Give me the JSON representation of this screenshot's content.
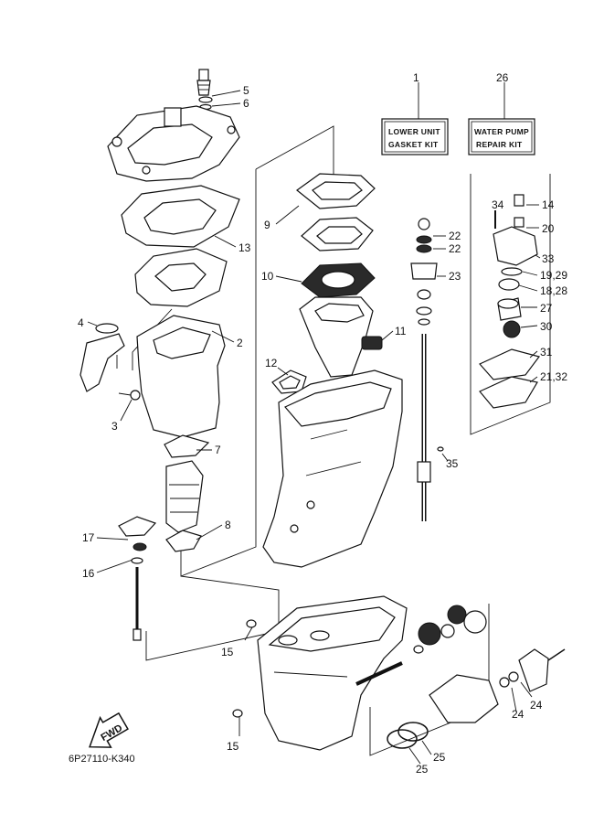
{
  "kits": {
    "lower_unit": {
      "number": "1",
      "line1": "LOWER UNIT",
      "line2": "GASKET KIT"
    },
    "water_pump": {
      "number": "26",
      "line1": "WATER PUMP",
      "line2": "REPAIR KIT"
    }
  },
  "callouts": {
    "c2": "2",
    "c3": "3",
    "c4": "4",
    "c5": "5",
    "c6": "6",
    "c7": "7",
    "c8": "8",
    "c9": "9",
    "c10": "10",
    "c11": "11",
    "c12": "12",
    "c13": "13",
    "c14": "14",
    "c15a": "15",
    "c15b": "15",
    "c16": "16",
    "c17": "17",
    "c18": "18,28",
    "c19": "19,29",
    "c20": "20",
    "c21": "21,32",
    "c22a": "22",
    "c22b": "22",
    "c23": "23",
    "c24a": "24",
    "c24b": "24",
    "c25a": "25",
    "c25b": "25",
    "c27": "27",
    "c30": "30",
    "c31": "31",
    "c33": "33",
    "c34": "34",
    "c35": "35"
  },
  "fwd_label": "FWD",
  "diagram_code": "6P27110-K340",
  "colors": {
    "ink": "#111111",
    "paper": "#ffffff",
    "shade": "#9a9a9a"
  }
}
